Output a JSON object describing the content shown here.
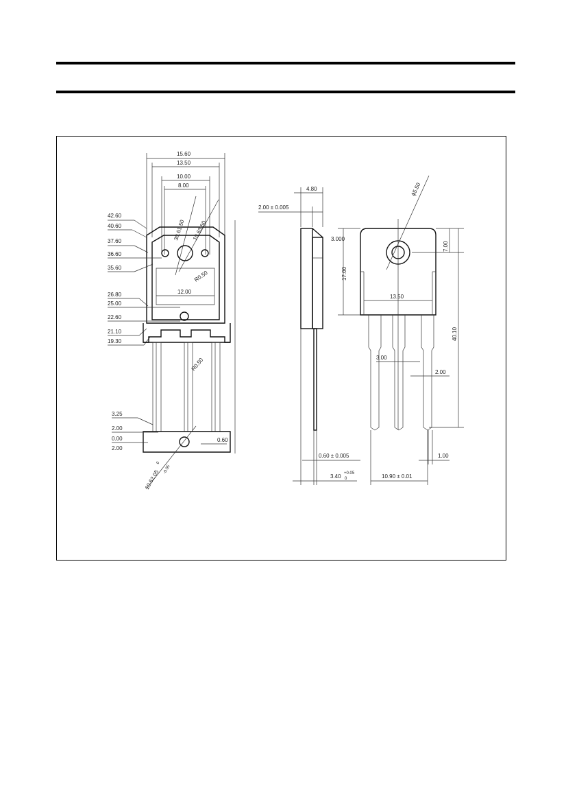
{
  "layout": {
    "top_rule_count": 2
  },
  "drawing": {
    "front_view": {
      "width_labels": [
        "15.60",
        "13.50",
        "10.00",
        "8.00"
      ],
      "diag_labels": [
        "30.61.50",
        "10.63.50",
        "R0.50",
        "R0.50",
        "10.62.05"
      ],
      "height_labels_left": [
        "42.60",
        "40.60",
        "37.60",
        "36.60",
        "35.60",
        "26.80",
        "25.00",
        "22.60",
        "21.10",
        "19.30"
      ],
      "lead_labels": [
        "3.25",
        "2.00",
        "0.00",
        "2.00"
      ],
      "body_width": "12.00",
      "lead_right": "0.60",
      "tol_upper": "0",
      "tol_lower": "-0.05"
    },
    "side_view": {
      "width": "4.80",
      "tab_thickness": "2.00 ± 0.005",
      "chamfer": "3.000",
      "lead_thickness": "0.60 ± 0.005",
      "pitch_base": "3.40",
      "pitch_tol": "+0.05",
      "pitch_tol_low": "0"
    },
    "back_view": {
      "hole_dia": "ϕ5.50",
      "tab_height": "7.00",
      "body_height": "17.00",
      "body_width": "13.50",
      "lead_spacing": "3.00",
      "lead_width": "2.00",
      "total_height": "40.10",
      "lead_gap": "1.00",
      "span": "10.90 ± 0.01"
    }
  }
}
